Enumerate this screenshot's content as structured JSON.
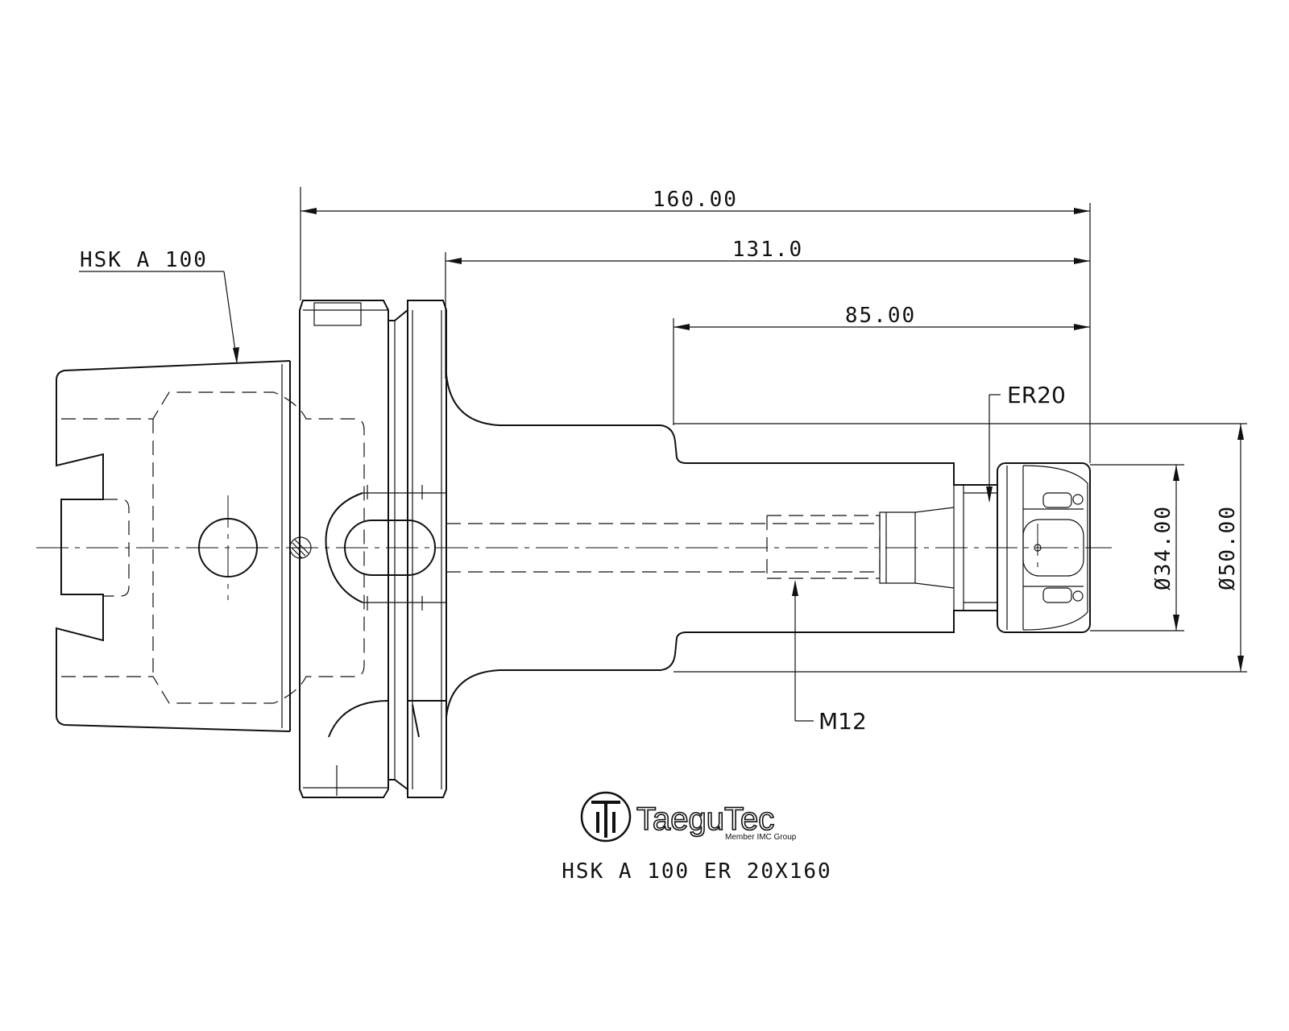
{
  "annotations": {
    "taper_label": "HSK A 100",
    "collet_label": "ER20",
    "thread_label": "M12"
  },
  "dimensions": {
    "overall_length": "160.00",
    "gauge_length": "131.0",
    "body_length": "85.00",
    "nut_diameter": "Ø34.00",
    "body_diameter": "Ø50.00"
  },
  "logo": {
    "brand": "TaeguTec",
    "tagline": "Member IMC Group"
  },
  "part_code": "HSK A 100 ER 20X160",
  "colors": {
    "ink": "#111111",
    "paper": "#ffffff"
  }
}
